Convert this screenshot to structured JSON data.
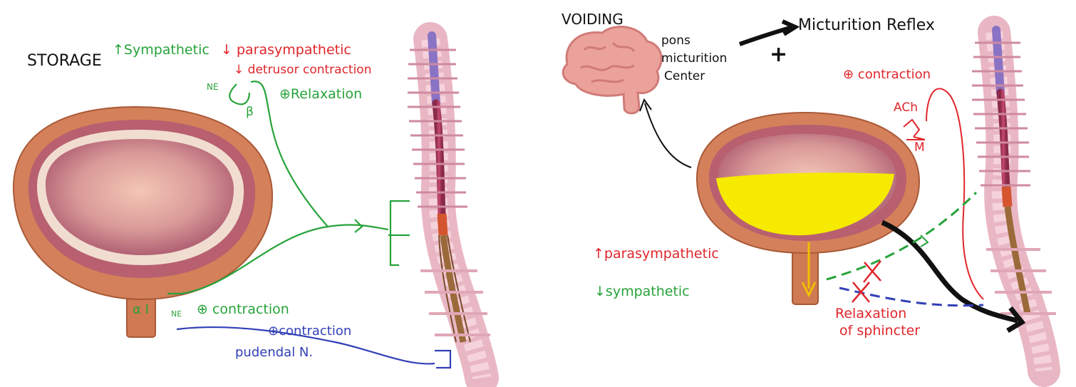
{
  "colors": {
    "sympathetic": "#27a33a",
    "parasympathetic": "#e0262b",
    "somatic": "#3240b8",
    "urine": "#f5ea00",
    "bladder_outer": "#cf7a52",
    "bladder_inner": "#b9687a",
    "spinal_cord": "#b83d63",
    "brain": "#eba29a",
    "ink": "#111111"
  },
  "storage": {
    "title": "STORAGE",
    "sympathetic_label": "↑Sympathetic",
    "parasympathetic_label": "↓ parasympathetic",
    "detrusor_label": "↓ detrusor contraction",
    "ne_top": "NE",
    "beta_label": "β",
    "relaxation_label": "⊕Relaxation",
    "alpha_label": "α I",
    "ne_bottom": "NE",
    "contraction_green": "⊕ contraction",
    "contraction_blue": "⊕contraction",
    "pudendal_label": "pudendal N."
  },
  "voiding": {
    "title": "VOIDING",
    "pons_label_1": "pons",
    "pons_label_2": "micturition",
    "pons_label_3": "Center",
    "reflex_label": "Micturition Reflex",
    "plus_sign": "+",
    "contraction_label": "⊕ contraction",
    "ach_label": "ACh",
    "m_label": "M",
    "para_label": "↑parasympathetic",
    "symp_label": "↓sympathetic",
    "relax_label_1": "Relaxation",
    "relax_label_2": "of sphincter"
  }
}
